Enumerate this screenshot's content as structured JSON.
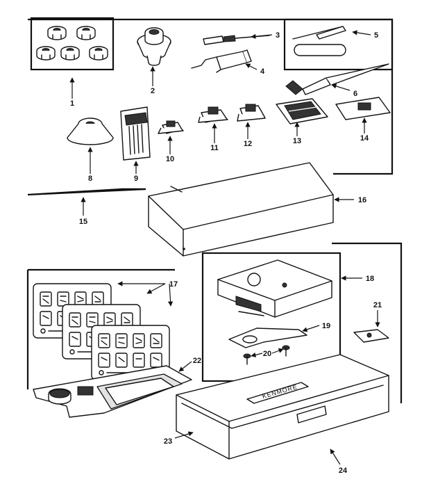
{
  "parts": [
    {
      "id": "1",
      "label": "1"
    },
    {
      "id": "2",
      "label": "2"
    },
    {
      "id": "3",
      "label": "3"
    },
    {
      "id": "4",
      "label": "4"
    },
    {
      "id": "5",
      "label": "5"
    },
    {
      "id": "6",
      "label": "6"
    },
    {
      "id": "8",
      "label": "8"
    },
    {
      "id": "9",
      "label": "9"
    },
    {
      "id": "10",
      "label": "10"
    },
    {
      "id": "11",
      "label": "11"
    },
    {
      "id": "12",
      "label": "12"
    },
    {
      "id": "13",
      "label": "13"
    },
    {
      "id": "14",
      "label": "14"
    },
    {
      "id": "15",
      "label": "15"
    },
    {
      "id": "16",
      "label": "16"
    },
    {
      "id": "17",
      "label": "17"
    },
    {
      "id": "18",
      "label": "18"
    },
    {
      "id": "19",
      "label": "19"
    },
    {
      "id": "20",
      "label": "20"
    },
    {
      "id": "21",
      "label": "21"
    },
    {
      "id": "22",
      "label": "22"
    },
    {
      "id": "23",
      "label": "23"
    },
    {
      "id": "24",
      "label": "24"
    }
  ],
  "case_lid_text": "KENMORE"
}
